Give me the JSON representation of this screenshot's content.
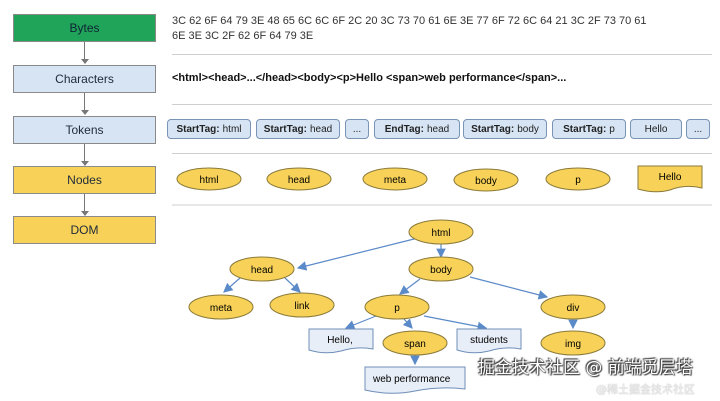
{
  "stages": [
    {
      "label": "Bytes",
      "color": "#1fa45a"
    },
    {
      "label": "Characters",
      "color": "#d6e4f3"
    },
    {
      "label": "Tokens",
      "color": "#d6e4f3"
    },
    {
      "label": "Nodes",
      "color": "#f8d258"
    },
    {
      "label": "DOM",
      "color": "#f8d258"
    }
  ],
  "bytes_text": {
    "line1": "3C 62 6F 64 79 3E 48 65 6C 6C 6F 2C 20 3C 73 70 61 6E 3E 77 6F 72 6C 64 21 3C 2F 73 70 61",
    "line2": "6E 3E 3C 2F 62 6F 64 79 3E"
  },
  "characters_text": "<html><head>...</head><body><p>Hello <span>web performance</span>...",
  "tokens": [
    {
      "kind": "StartTag:",
      "value": "html"
    },
    {
      "kind": "StartTag:",
      "value": "head"
    },
    {
      "kind": "",
      "value": "..."
    },
    {
      "kind": "EndTag:",
      "value": "head"
    },
    {
      "kind": "StartTag:",
      "value": "body"
    },
    {
      "kind": "StartTag:",
      "value": "p"
    },
    {
      "kind": "",
      "value": "Hello"
    },
    {
      "kind": "",
      "value": "..."
    }
  ],
  "nodes": [
    {
      "label": "html",
      "type": "element"
    },
    {
      "label": "head",
      "type": "element"
    },
    {
      "label": "meta",
      "type": "element"
    },
    {
      "label": "body",
      "type": "element"
    },
    {
      "label": "p",
      "type": "element"
    },
    {
      "label": "Hello",
      "type": "text"
    }
  ],
  "dom_tree": {
    "html": "html",
    "head": "head",
    "body": "body",
    "meta": "meta",
    "link": "link",
    "p": "p",
    "div": "div",
    "text_hello": "Hello,",
    "span": "span",
    "text_students": "students",
    "img": "img",
    "text_web": "web performance"
  },
  "colors": {
    "element_fill": "#f8d258",
    "element_stroke": "#8a7a3a",
    "text_fill": "#e8eef7",
    "edge": "#5b8ac9"
  },
  "watermark": {
    "main": "掘金技术社区 @ 前端觅层塔",
    "sub": "@稀土掘金技术社区"
  }
}
